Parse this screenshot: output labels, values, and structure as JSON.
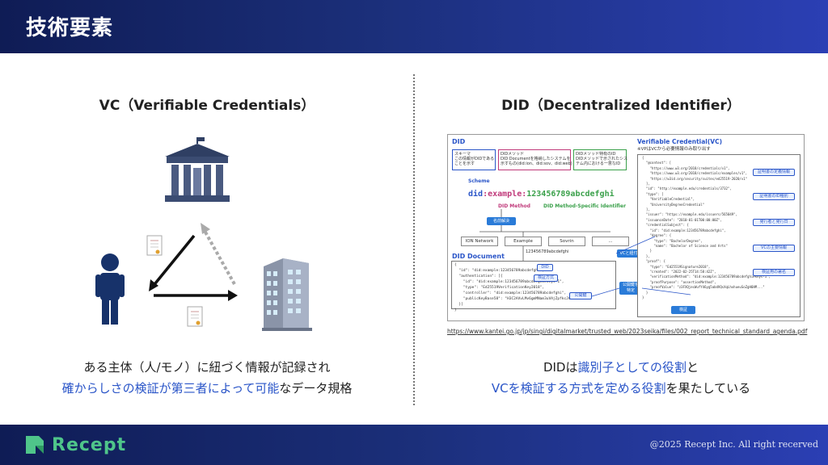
{
  "header": {
    "title": "技術要素"
  },
  "vc": {
    "title": "VC（Verifiable Credentials）",
    "desc_line1": "ある主体（人/モノ）に紐づく情報が記録され",
    "desc_line2_hl": "確からしさの検証が第三者によって可能",
    "desc_line2_rest": "なデータ規格"
  },
  "did": {
    "title": "DID（Decentralized Identifier）",
    "desc_line1_a": "DIDは",
    "desc_line1_hl": "識別子としての役割",
    "desc_line1_b": "と",
    "desc_line2_hl": "VCを検証する方式を定める役割",
    "desc_line2_rest": "を果たしている",
    "source_url": "https://www.kantei.go.jp/jp/singi/digitalmarket/trusted_web/2023seika/files/002_report_technical_standard_agenda.pdf"
  },
  "diagram": {
    "did_heading": "DID",
    "scheme_box": "スキーマ\nこの情報がDIDである\nことを示す",
    "method_box": "DIDメソッド\nDID Documentを格納したシステムを\n示すもの(did:ion、did:sov、did:web)",
    "specific_box": "DIDメソッド特有のID\nDIDメソッドで示されたシス\nテム内における一意なID",
    "scheme_label": "Scheme",
    "did_part": "did",
    "method_part": ":example:",
    "id_part": "123456789abcdefghi",
    "method_label": "DID Method",
    "specific_label": "DID Method-Specific Identifier",
    "resolve_btn": "名前解決",
    "networks": [
      "ION Network",
      "Example",
      "Sovrin",
      "..."
    ],
    "small_id": "123456789abcdefghi",
    "doc_heading": "DID Document",
    "doc_code": "{\n  \"id\": \"did:example:123456789abcdefghi\",\n  \"authentication\": [{\n    \"id\": \"did:example:123456789abcdefghi#keys-1\",\n    \"type\": \"Ed25519VerificationKey2018\",\n    \"controller\": \"did:example:123456789abcdefghi\",\n    \"publicKeyBase58\": \"H3C2AVvLMv6gmMNam3uVAjZpfkcJCwDwnZn\"\n  }]\n}",
    "tag_did": "DID",
    "tag_method": "検証方式",
    "tag_pubkey": "公開鍵",
    "link_btn": "VCと紐付け",
    "identify_btn": "公開鍵を\n特定",
    "vc_heading": "Verifiable Credential(VC)",
    "vc_sub": "※VPはVCから必要情報のみ取り出す",
    "vc_code": "{\n  \"@context\": [\n    \"https://www.w3.org/2018/credentials/v1\",\n    \"https://www.w3.org/2018/credentials/examples/v1\",\n    \"https://w3id.org/security/suites/ed25519-2020/v1\"\n  ],\n  \"id\": \"http://example.edu/credentials/3732\",\n  \"type\": [\n    \"VerifiableCredential\",\n    \"UniversityDegreeCredential\"\n  ],\n  \"issuer\": \"https://example.edu/issuers/565049\",\n  \"issuanceDate\": \"2010-01-01T00:00:00Z\",\n  \"credentialSubject\": {\n    \"id\": \"did:example:123456789abcdefghi\",\n    \"degree\": {\n      \"type\": \"BachelorDegree\",\n      \"name\": \"Bachelor of Science and Arts\"\n    }\n  },\n  \"proof\": {\n    \"type\": \"Ed25519Signature2018\",\n    \"created\": \"2022-02-25T14:58:42Z\",\n    \"verificationMethod\": \"did:example:123456789abcdefghi#keys-1\",\n    \"proofPurpose\": \"assertionMethod\",\n    \"proofValue\": \"z3FXQjecWufY46yg5abdVQsXqLhxhueuSoZgH6HM...\"\n  }\n}",
    "vc_tags": [
      "証明書の定義情報",
      "証明書のID種別",
      "発行者と発行日",
      "VCの主要情報",
      "検証用の署名"
    ],
    "verify_btn": "検証"
  },
  "footer": {
    "logo_text": "Recept",
    "copyright": "@2025 Recept Inc. All right recerved"
  },
  "colors": {
    "header": "#1b2f7a",
    "accent": "#2a55c8",
    "logo_green": "#4fc58a"
  }
}
